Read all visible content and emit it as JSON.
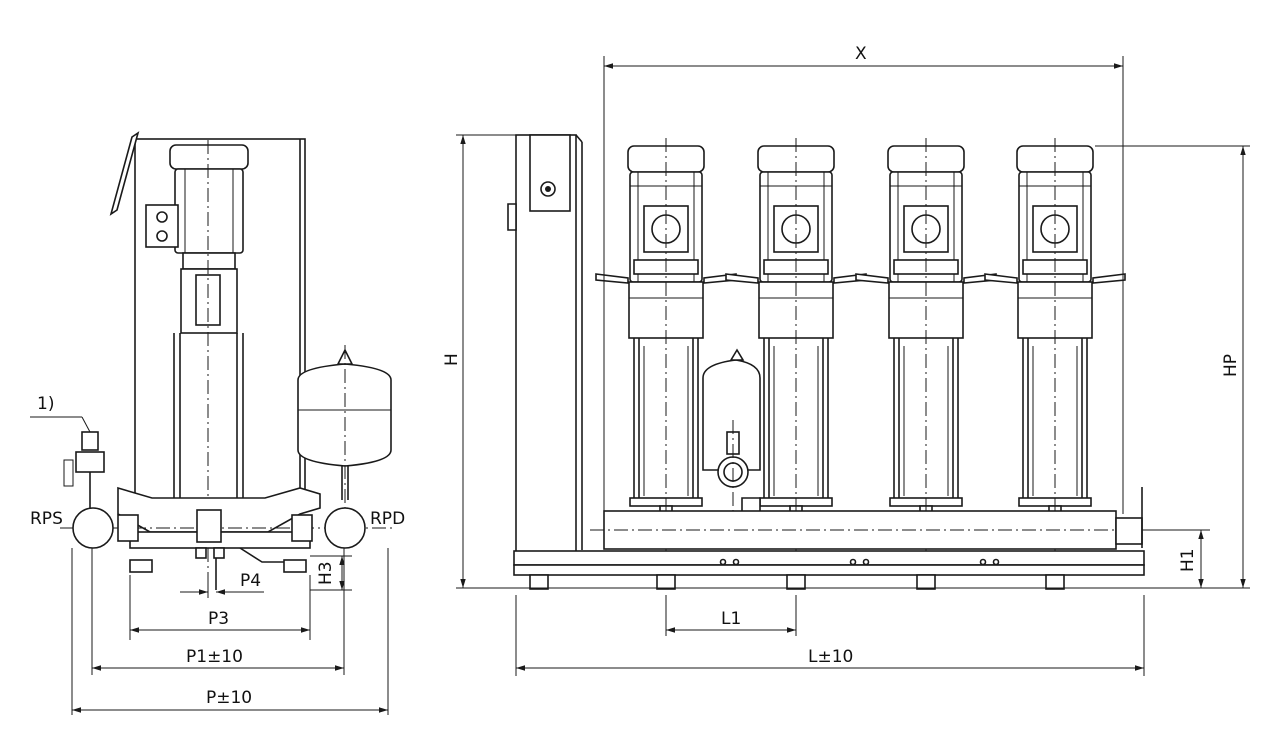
{
  "side_view": {
    "labels": {
      "note": "1)",
      "suction": "RPS",
      "discharge": "RPD",
      "p4": "P4",
      "h3": "H3",
      "p3": "P3",
      "p1": "P1±10",
      "p": "P±10"
    }
  },
  "front_view": {
    "labels": {
      "x": "X",
      "h": "H",
      "hp": "HP",
      "h1": "H1",
      "l1": "L1",
      "l": "L±10"
    },
    "pump_count": 4
  },
  "colors": {
    "line": "#1a1a1a",
    "background": "#ffffff"
  }
}
